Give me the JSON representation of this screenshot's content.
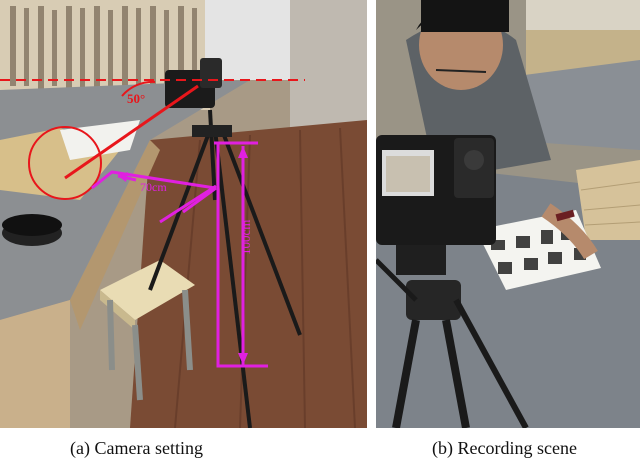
{
  "panel_a": {
    "caption": "(a) Camera setting",
    "annotations": {
      "angle": "50°",
      "distance": "70cm",
      "height": "100cm"
    },
    "colors": {
      "angle_marker": "#e8161b",
      "measure": "#e020e0"
    }
  },
  "panel_b": {
    "caption": "(b) Recording scene"
  }
}
